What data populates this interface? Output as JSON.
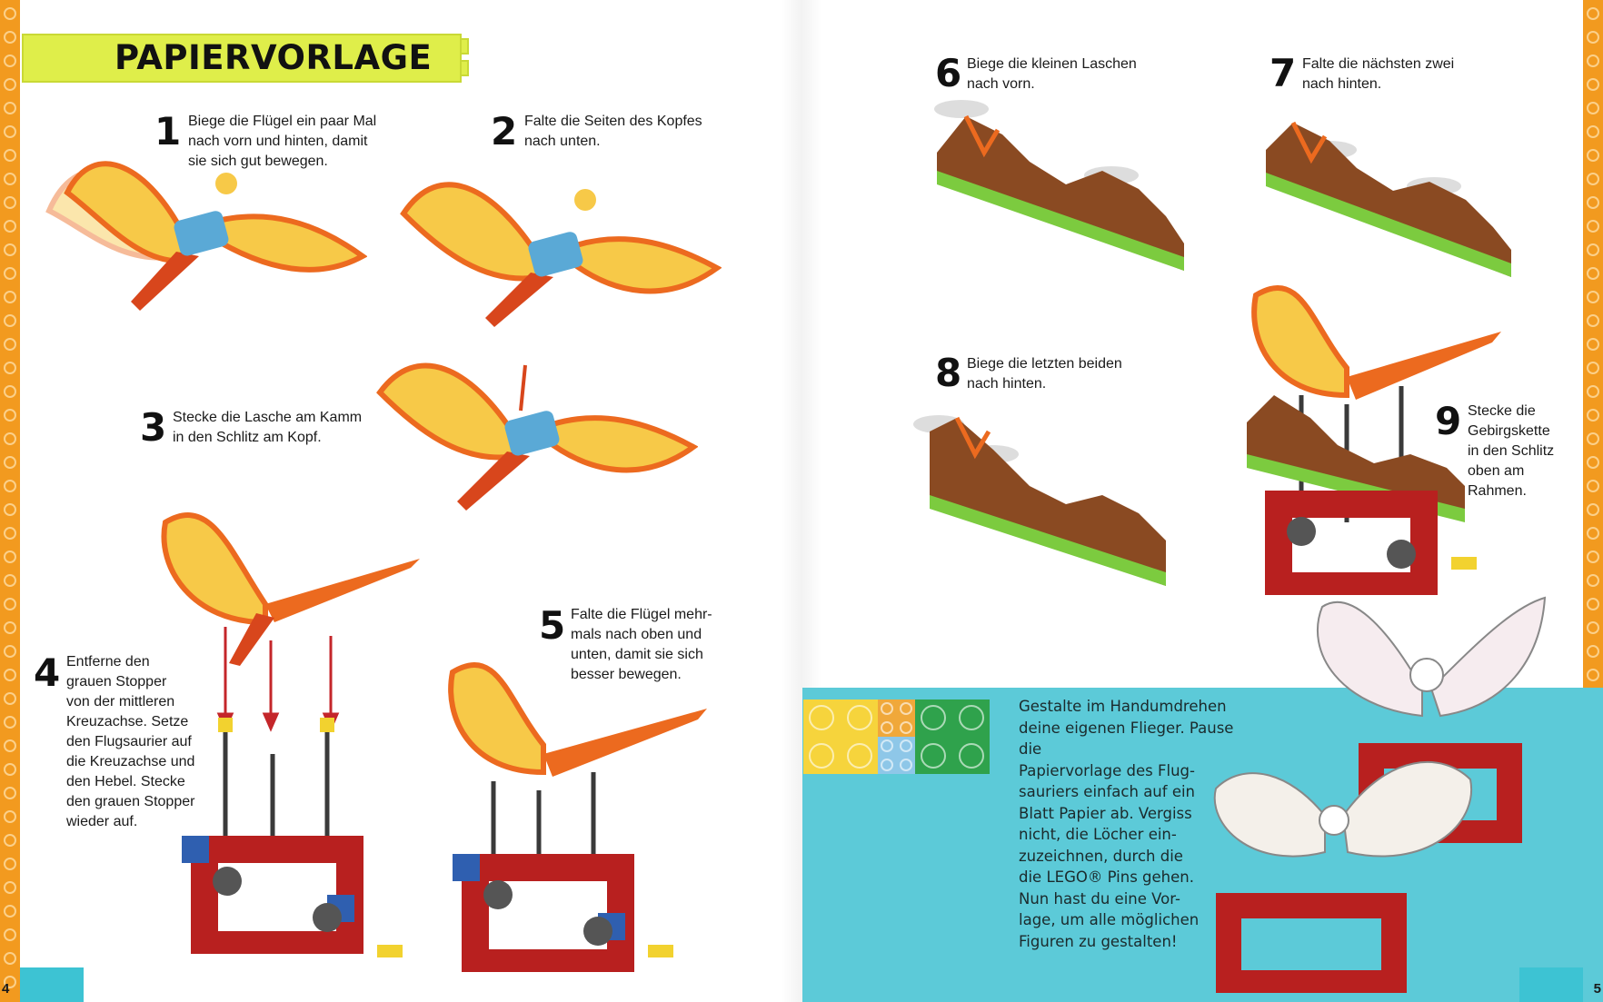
{
  "title": "PAPIERVORLAGE",
  "steps": [
    {
      "num": "1",
      "text": "Biege die Flügel ein paar Mal\nnach vorn und hinten, damit\nsie sich gut bewegen."
    },
    {
      "num": "2",
      "text": "Falte die Seiten des Kopfes\nnach unten."
    },
    {
      "num": "3",
      "text": "Stecke die Lasche am Kamm\nin den Schlitz am Kopf."
    },
    {
      "num": "4",
      "text": "Entferne den\ngrauen Stopper\nvon der mittleren\nKreuzachse. Setze\nden Flugsaurier auf\ndie Kreuzachse und\nden Hebel. Stecke\nden grauen Stopper\nwieder auf."
    },
    {
      "num": "5",
      "text": "Falte die Flügel mehr-\nmals nach oben und\nunten, damit sie sich\nbesser bewegen."
    },
    {
      "num": "6",
      "text": "Biege die kleinen Laschen\nnach vorn."
    },
    {
      "num": "7",
      "text": "Falte die nächsten zwei\nnach hinten."
    },
    {
      "num": "8",
      "text": "Biege die letzten beiden\nnach hinten."
    },
    {
      "num": "9",
      "text": "Stecke die\nGebirgskette\nin den Schlitz\noben am\nRahmen."
    }
  ],
  "info": {
    "text": "Gestalte im Handumdrehen\ndeine eigenen Flieger. Pause die\nPapiervorlage des Flug-\nsauriers einfach auf ein\nBlatt Papier ab. Vergiss\nnicht, die Löcher ein-\nzuzeichnen, durch die\ndie LEGO® Pins gehen.\nNun hast du eine Vor-\nlage, um alle möglichen\nFiguren zu gestalten!"
  },
  "page_numbers": {
    "left": "4",
    "right": "5"
  },
  "colors": {
    "border_orange": "#f29a1f",
    "banner_yellow": "#dfee4a",
    "info_cyan": "#5ccad8",
    "wing_yellow": "#f7c948",
    "wing_orange": "#ec6a1f",
    "brick_red": "#b8201f",
    "brick_blue": "#2f5fb0",
    "mountain_brown": "#8a4a22",
    "grass_green": "#7ccb3f"
  }
}
